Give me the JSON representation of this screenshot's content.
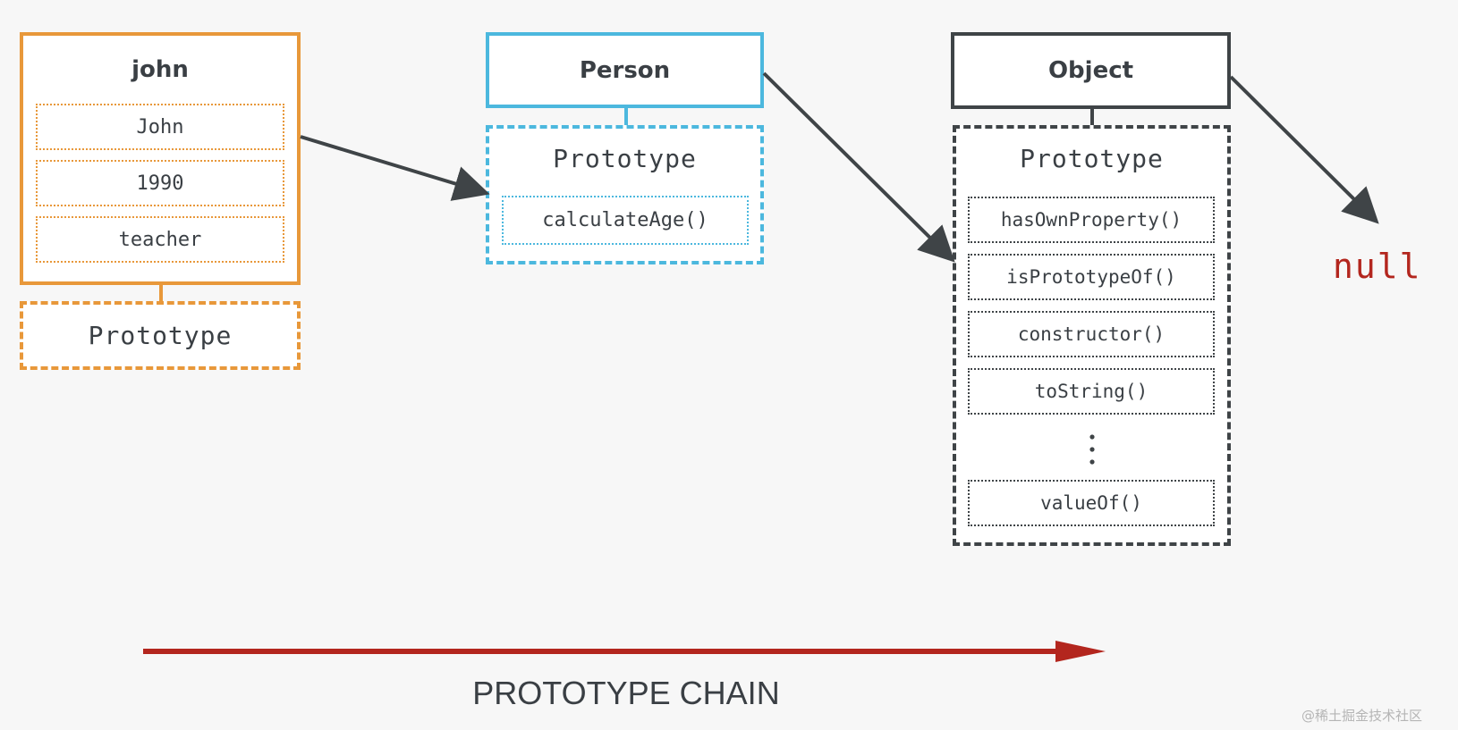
{
  "john": {
    "title": "john",
    "fields": [
      "John",
      "1990",
      "teacher"
    ],
    "prototype_label": "Prototype"
  },
  "person": {
    "title": "Person",
    "prototype_label": "Prototype",
    "methods": [
      "calculateAge()"
    ]
  },
  "object": {
    "title": "Object",
    "prototype_label": "Prototype",
    "methods": [
      "hasOwnProperty()",
      "isPrototypeOf()",
      "constructor()",
      "toString()",
      "valueOf()"
    ],
    "ellipsis": "⋮"
  },
  "null_label": "null",
  "chain_label": "PROTOTYPE CHAIN",
  "watermark": "@稀土掘金技术社区",
  "colors": {
    "john": "#e8983a",
    "person": "#4cb8de",
    "object": "#3f4447",
    "null": "#b3261e",
    "chain_arrow": "#b3261e"
  },
  "arrow_icon": "arrow-right-icon"
}
